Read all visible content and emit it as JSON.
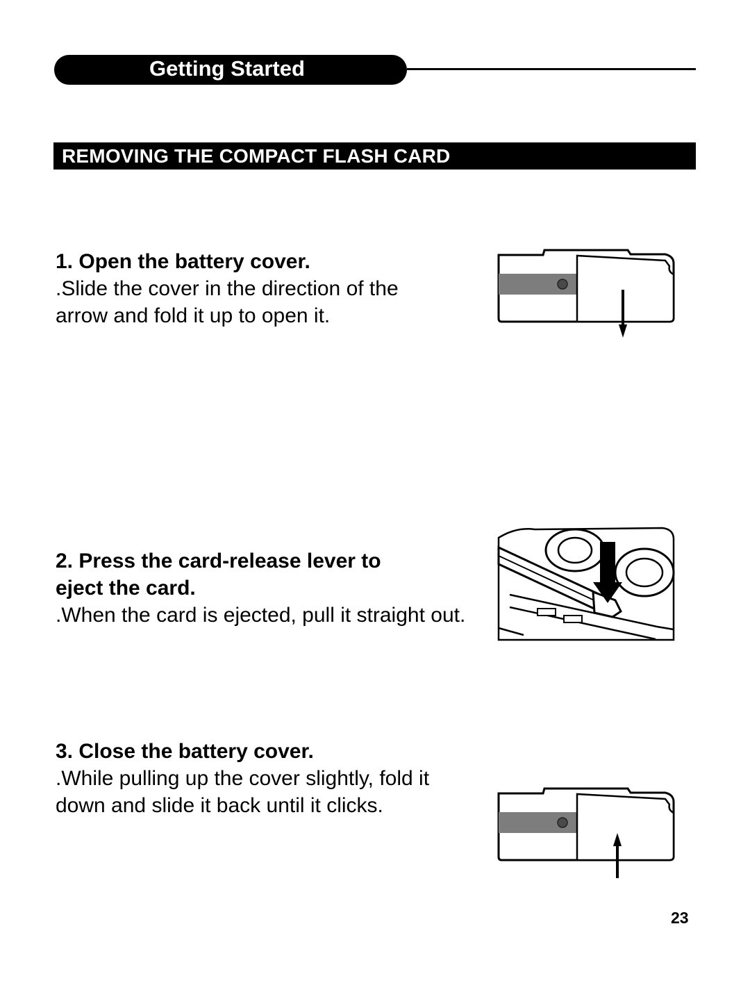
{
  "header": {
    "section_label": "Getting Started"
  },
  "title": "REMOVING THE COMPACT FLASH CARD",
  "steps": [
    {
      "heading": "1. Open the battery cover.",
      "body": ".Slide the cover in the direction of the arrow and fold it up to open it.",
      "illustration": "battery-cover-open-arrow-down"
    },
    {
      "heading": "2. Press the card-release lever to eject the card.",
      "body": ".When the card is ejected, pull it straight out.",
      "illustration": "card-release-lever-arrow-down"
    },
    {
      "heading": "3. Close the battery cover.",
      "body": ".While pulling up the cover slightly, fold it down and slide it back until it clicks.",
      "illustration": "battery-cover-close-arrow-up"
    }
  ],
  "page_number": "23"
}
